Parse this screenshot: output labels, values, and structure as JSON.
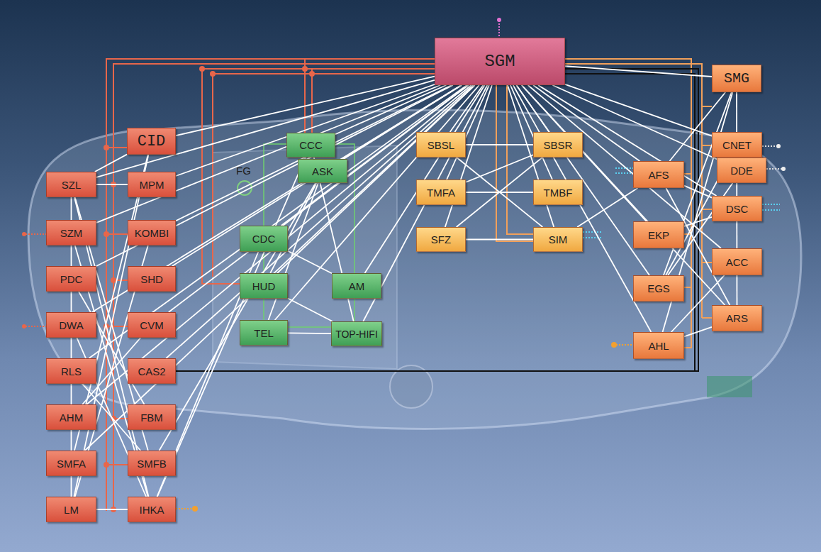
{
  "diagram": {
    "nodes": [
      {
        "text": [
          "SGM"
        ]
      },
      {
        "text": [
          "SMG"
        ]
      },
      {
        "text": [
          "CID"
        ]
      },
      {
        "text": [
          "SZL"
        ]
      },
      {
        "text": [
          "MPM"
        ]
      },
      {
        "text": [
          "SZM"
        ]
      },
      {
        "text": [
          "KOMBI"
        ]
      },
      {
        "text": [
          "PDC"
        ]
      },
      {
        "text": [
          "SHD"
        ]
      },
      {
        "text": [
          "DWA"
        ]
      },
      {
        "text": [
          "CVM"
        ]
      },
      {
        "text": [
          "RLS"
        ]
      },
      {
        "text": [
          "CAS2"
        ]
      },
      {
        "text": [
          "AHM"
        ]
      },
      {
        "text": [
          "FBM"
        ]
      },
      {
        "text": [
          "SMFA"
        ]
      },
      {
        "text": [
          "SMFB"
        ]
      },
      {
        "text": [
          "LM"
        ]
      },
      {
        "text": [
          "IHKA"
        ]
      },
      {
        "text": [
          "CCC"
        ]
      },
      {
        "text": [
          "ASK"
        ]
      },
      {
        "text": [
          "CDC"
        ]
      },
      {
        "text": [
          "HUD"
        ]
      },
      {
        "text": [
          "AM"
        ]
      },
      {
        "text": [
          "TEL"
        ]
      },
      {
        "text": [
          "TOP-HIFI"
        ]
      },
      {
        "text": [
          "SBSL"
        ]
      },
      {
        "text": [
          "SBSR"
        ]
      },
      {
        "text": [
          "TMFA"
        ]
      },
      {
        "text": [
          "TMBF"
        ]
      },
      {
        "text": [
          "SFZ"
        ]
      },
      {
        "text": [
          "SIM"
        ]
      },
      {
        "text": [
          "AFS"
        ]
      },
      {
        "text": [
          "CNET"
        ]
      },
      {
        "text": [
          "DDE"
        ]
      },
      {
        "text": [
          "EKP"
        ]
      },
      {
        "text": [
          "DSC"
        ]
      },
      {
        "text": [
          "EGS"
        ]
      },
      {
        "text": [
          "ACC"
        ]
      },
      {
        "text": [
          "AHL"
        ]
      },
      {
        "text": [
          "ARS"
        ]
      }
    ],
    "edges": [
      {
        "from": 0,
        "to": 1,
        "arrow": "none"
      },
      {
        "from": 0,
        "to": 2,
        "arrow": "none"
      },
      {
        "from": 0,
        "to": 3,
        "arrow": "none"
      },
      {
        "from": 0,
        "to": 4,
        "arrow": "none"
      },
      {
        "from": 0,
        "to": 5,
        "arrow": "none"
      },
      {
        "from": 0,
        "to": 6,
        "arrow": "none"
      },
      {
        "from": 0,
        "to": 7,
        "arrow": "none"
      },
      {
        "from": 0,
        "to": 8,
        "arrow": "none"
      },
      {
        "from": 0,
        "to": 9,
        "arrow": "none"
      },
      {
        "from": 0,
        "to": 10,
        "arrow": "none"
      },
      {
        "from": 0,
        "to": 11,
        "arrow": "none"
      },
      {
        "from": 0,
        "to": 12,
        "arrow": "none"
      },
      {
        "from": 0,
        "to": 13,
        "arrow": "none"
      },
      {
        "from": 0,
        "to": 15,
        "arrow": "none"
      },
      {
        "from": 0,
        "to": 19,
        "arrow": "none"
      },
      {
        "from": 0,
        "to": 20,
        "arrow": "none"
      },
      {
        "from": 0,
        "to": 21,
        "arrow": "none"
      },
      {
        "from": 0,
        "to": 22,
        "arrow": "none"
      },
      {
        "from": 0,
        "to": 23,
        "arrow": "none"
      },
      {
        "from": 0,
        "to": 24,
        "arrow": "none"
      },
      {
        "from": 0,
        "to": 25,
        "arrow": "none"
      },
      {
        "from": 0,
        "to": 26,
        "arrow": "none"
      },
      {
        "from": 0,
        "to": 27,
        "arrow": "none"
      },
      {
        "from": 0,
        "to": 28,
        "arrow": "none"
      },
      {
        "from": 0,
        "to": 29,
        "arrow": "none"
      },
      {
        "from": 0,
        "to": 30,
        "arrow": "none"
      },
      {
        "from": 0,
        "to": 31,
        "arrow": "none"
      },
      {
        "from": 0,
        "to": 32,
        "arrow": "none"
      },
      {
        "from": 0,
        "to": 33,
        "arrow": "none"
      },
      {
        "from": 0,
        "to": 34,
        "arrow": "none"
      },
      {
        "from": 0,
        "to": 35,
        "arrow": "none"
      },
      {
        "from": 0,
        "to": 36,
        "arrow": "none"
      },
      {
        "from": 0,
        "to": 37,
        "arrow": "none"
      },
      {
        "from": 0,
        "to": 38,
        "arrow": "none"
      },
      {
        "from": 0,
        "to": 39,
        "arrow": "none"
      },
      {
        "from": 0,
        "to": 40,
        "arrow": "none"
      },
      {
        "from": 2,
        "to": 3,
        "arrow": "none"
      },
      {
        "from": 2,
        "to": 17,
        "arrow": "none"
      },
      {
        "from": 2,
        "to": 15,
        "arrow": "none"
      },
      {
        "from": 3,
        "to": 18,
        "arrow": "none"
      },
      {
        "from": 3,
        "to": 16,
        "arrow": "none"
      },
      {
        "from": 3,
        "to": 4,
        "arrow": "none"
      },
      {
        "from": 3,
        "to": 17,
        "arrow": "none"
      },
      {
        "from": 5,
        "to": 18,
        "arrow": "none"
      },
      {
        "from": 7,
        "to": 14,
        "arrow": "none"
      },
      {
        "from": 9,
        "to": 18,
        "arrow": "none"
      },
      {
        "from": 11,
        "to": 16,
        "arrow": "none"
      },
      {
        "from": 13,
        "to": 10,
        "arrow": "none"
      },
      {
        "from": 17,
        "to": 6,
        "arrow": "none"
      },
      {
        "from": 17,
        "to": 18,
        "arrow": "none"
      },
      {
        "from": 18,
        "to": 19,
        "arrow": "none"
      },
      {
        "from": 16,
        "to": 20,
        "arrow": "none"
      },
      {
        "from": 18,
        "to": 21,
        "arrow": "none"
      },
      {
        "from": 19,
        "to": 25,
        "arrow": "none"
      },
      {
        "from": 20,
        "to": 24,
        "arrow": "none"
      },
      {
        "from": 21,
        "to": 23,
        "arrow": "none"
      },
      {
        "from": 22,
        "to": 20,
        "arrow": "none"
      },
      {
        "from": 22,
        "to": 25,
        "arrow": "none"
      },
      {
        "from": 24,
        "to": 25,
        "arrow": "none"
      },
      {
        "from": 26,
        "to": 31,
        "arrow": "none"
      },
      {
        "from": 27,
        "to": 30,
        "arrow": "none"
      },
      {
        "from": 28,
        "to": 29,
        "arrow": "none"
      },
      {
        "from": 30,
        "to": 31,
        "arrow": "none"
      },
      {
        "from": 26,
        "to": 27,
        "arrow": "none"
      },
      {
        "from": 28,
        "to": 27,
        "arrow": "none"
      },
      {
        "from": 31,
        "to": 32,
        "arrow": "none"
      },
      {
        "from": 1,
        "to": 32,
        "arrow": "none"
      },
      {
        "from": 1,
        "to": 37,
        "arrow": "none"
      },
      {
        "from": 1,
        "to": 39,
        "arrow": "none"
      },
      {
        "from": 1,
        "to": 40,
        "arrow": "none"
      },
      {
        "from": 32,
        "to": 36,
        "arrow": "none"
      },
      {
        "from": 32,
        "to": 40,
        "arrow": "none"
      },
      {
        "from": 37,
        "to": 34,
        "arrow": "none"
      },
      {
        "from": 39,
        "to": 38,
        "arrow": "none"
      },
      {
        "from": 33,
        "to": 37,
        "arrow": "none"
      },
      {
        "from": 35,
        "to": 36,
        "arrow": "none"
      },
      {
        "from": 39,
        "to": 40,
        "arrow": "none"
      }
    ],
    "labels": [
      "FG"
    ]
  }
}
